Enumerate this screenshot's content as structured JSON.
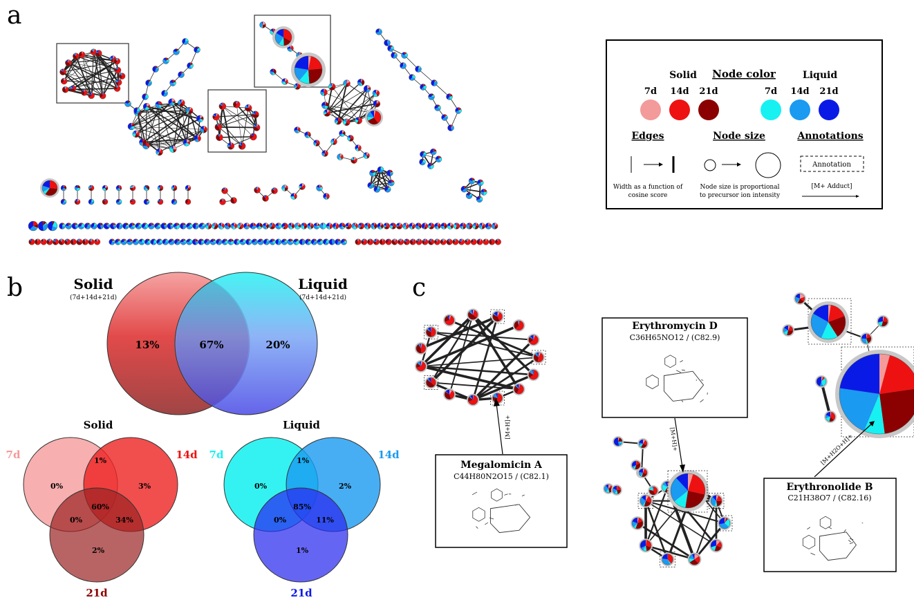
{
  "panels": {
    "a": "a",
    "b": "b",
    "c": "c"
  },
  "legend": {
    "node_color_title": "Node color",
    "solid_label": "Solid",
    "liquid_label": "Liquid",
    "day_labels": [
      "7d",
      "14d",
      "21d"
    ],
    "solid_colors": [
      "#f39a9a",
      "#ee1111",
      "#8b0000"
    ],
    "liquid_colors": [
      "#17f1f1",
      "#1a9af0",
      "#0a1ae6"
    ],
    "edges_title": "Edges",
    "edges_caption_1": "Width as a function of",
    "edges_caption_2": "cosine score",
    "node_size_title": "Node size",
    "node_size_caption_1": "Node size is proportional",
    "node_size_caption_2": "to precursor ion intensity",
    "annotations_title": "Annotations",
    "annotation_box": "Annotation",
    "adduct_label": "[M+ Adduct]"
  },
  "venn_top": {
    "solid_title": "Solid",
    "solid_sub": "(7d+14d+21d)",
    "liquid_title": "Liquid",
    "liquid_sub": "(7d+14d+21d)",
    "solid_only": "13%",
    "overlap": "67%",
    "liquid_only": "20%"
  },
  "venn_solid": {
    "title": "Solid",
    "label_7d": "7d",
    "label_14d": "14d",
    "label_21d": "21d",
    "only_7d": "0%",
    "only_14d": "3%",
    "only_21d": "2%",
    "d7_d14": "1%",
    "d7_d21": "0%",
    "d14_d21": "34%",
    "all": "60%"
  },
  "venn_liquid": {
    "title": "Liquid",
    "label_7d": "7d",
    "label_14d": "14d",
    "label_21d": "21d",
    "only_7d": "0%",
    "only_14d": "2%",
    "only_21d": "1%",
    "d7_d14": "1%",
    "d7_d21": "0%",
    "d14_d21": "11%",
    "all": "85%"
  },
  "annotations": {
    "megalomicin": {
      "name": "Megalomicin A",
      "formula": "C44H80N2O15 / (C82.1)",
      "adduct": "[M+H]+"
    },
    "erythromycin": {
      "name": "Erythromycin D",
      "formula": "C36H65NO12 / (C82.9)",
      "adduct": "[M+H]+"
    },
    "erythronolide": {
      "name": "Erythronolide B",
      "formula": "C21H38O7 / (C82.16)",
      "adduct": "[M+H2O+H]+"
    }
  }
}
